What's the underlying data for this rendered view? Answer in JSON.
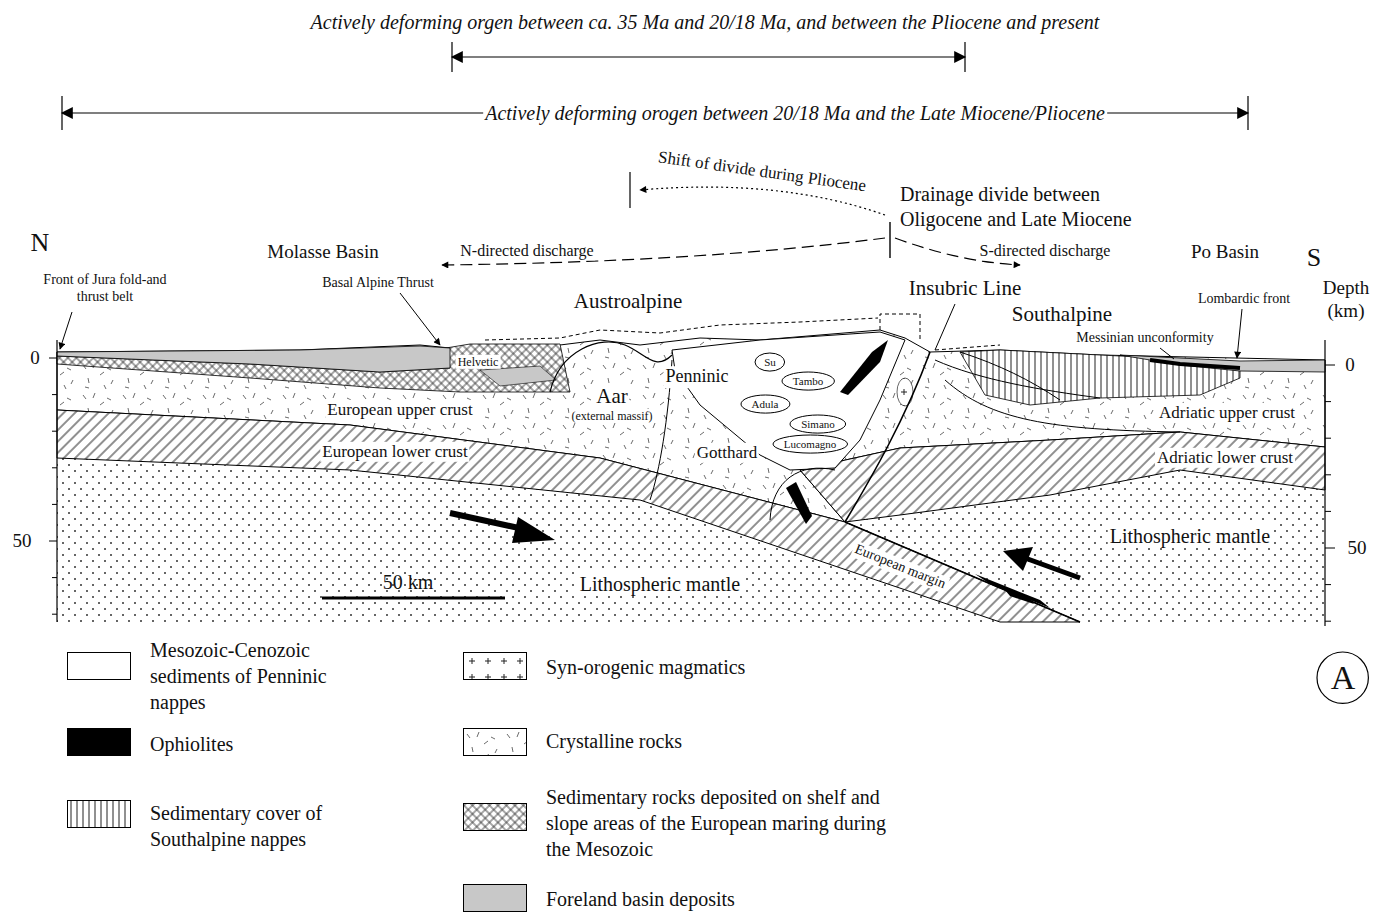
{
  "diagram": {
    "nodes": [
      {
        "text": [
          "Su"
        ]
      },
      {
        "text": [
          "Tambo"
        ]
      },
      {
        "text": [
          "Adula"
        ]
      },
      {
        "text": [
          "Simano"
        ]
      },
      {
        "text": [
          "Lucomagno"
        ]
      },
      {
        "text": [
          "A"
        ]
      }
    ],
    "labels": [
      "Actively deforming orgen between ca. 35 Ma and 20/18 Ma, and between the Pliocene and present",
      "Actively deforming orogen between 20/18 Ma and the Late Miocene/Pliocene",
      "Shift of divide during Pliocene",
      "Drainage divide between Oligocene and Late Miocene",
      "N-directed discharge",
      "S-directed discharge",
      "N",
      "S",
      "Molasse Basin",
      "Po Basin",
      "Front of Jura fold-and thrust belt",
      "Basal Alpine Thrust",
      "Austroalpine",
      "Insubric Line",
      "Southalpine",
      "Lombardic front",
      "Depth (km)",
      "Messinian unconformity",
      "0",
      "0",
      "Helvetic",
      "Aar",
      "(external massif)",
      "Penninic",
      "European upper crust",
      "Adriatic upper crust",
      "European lower crust",
      "Adriatic lower crust",
      "Gotthard",
      "50",
      "50",
      "Lithospheric mantle",
      "50 km",
      "Lithospheric mantle",
      "European margin"
    ],
    "legend": [
      {
        "text": "Mesozoic-Cenozoic sediments of Penninic nappes",
        "color": "#ffffff"
      },
      {
        "text": "Ophiolites",
        "color": "#000000"
      },
      {
        "text": "Sedimentary cover of Southalpine nappes"
      },
      {
        "text": "Syn-orogenic magmatics"
      },
      {
        "text": "Crystalline rocks"
      },
      {
        "text": "Sedimentary rocks deposited on shelf and slope areas of the European maring during the Mesozoic"
      },
      {
        "text": "Foreland basin deposits",
        "color": "#c8c8c8"
      }
    ]
  }
}
